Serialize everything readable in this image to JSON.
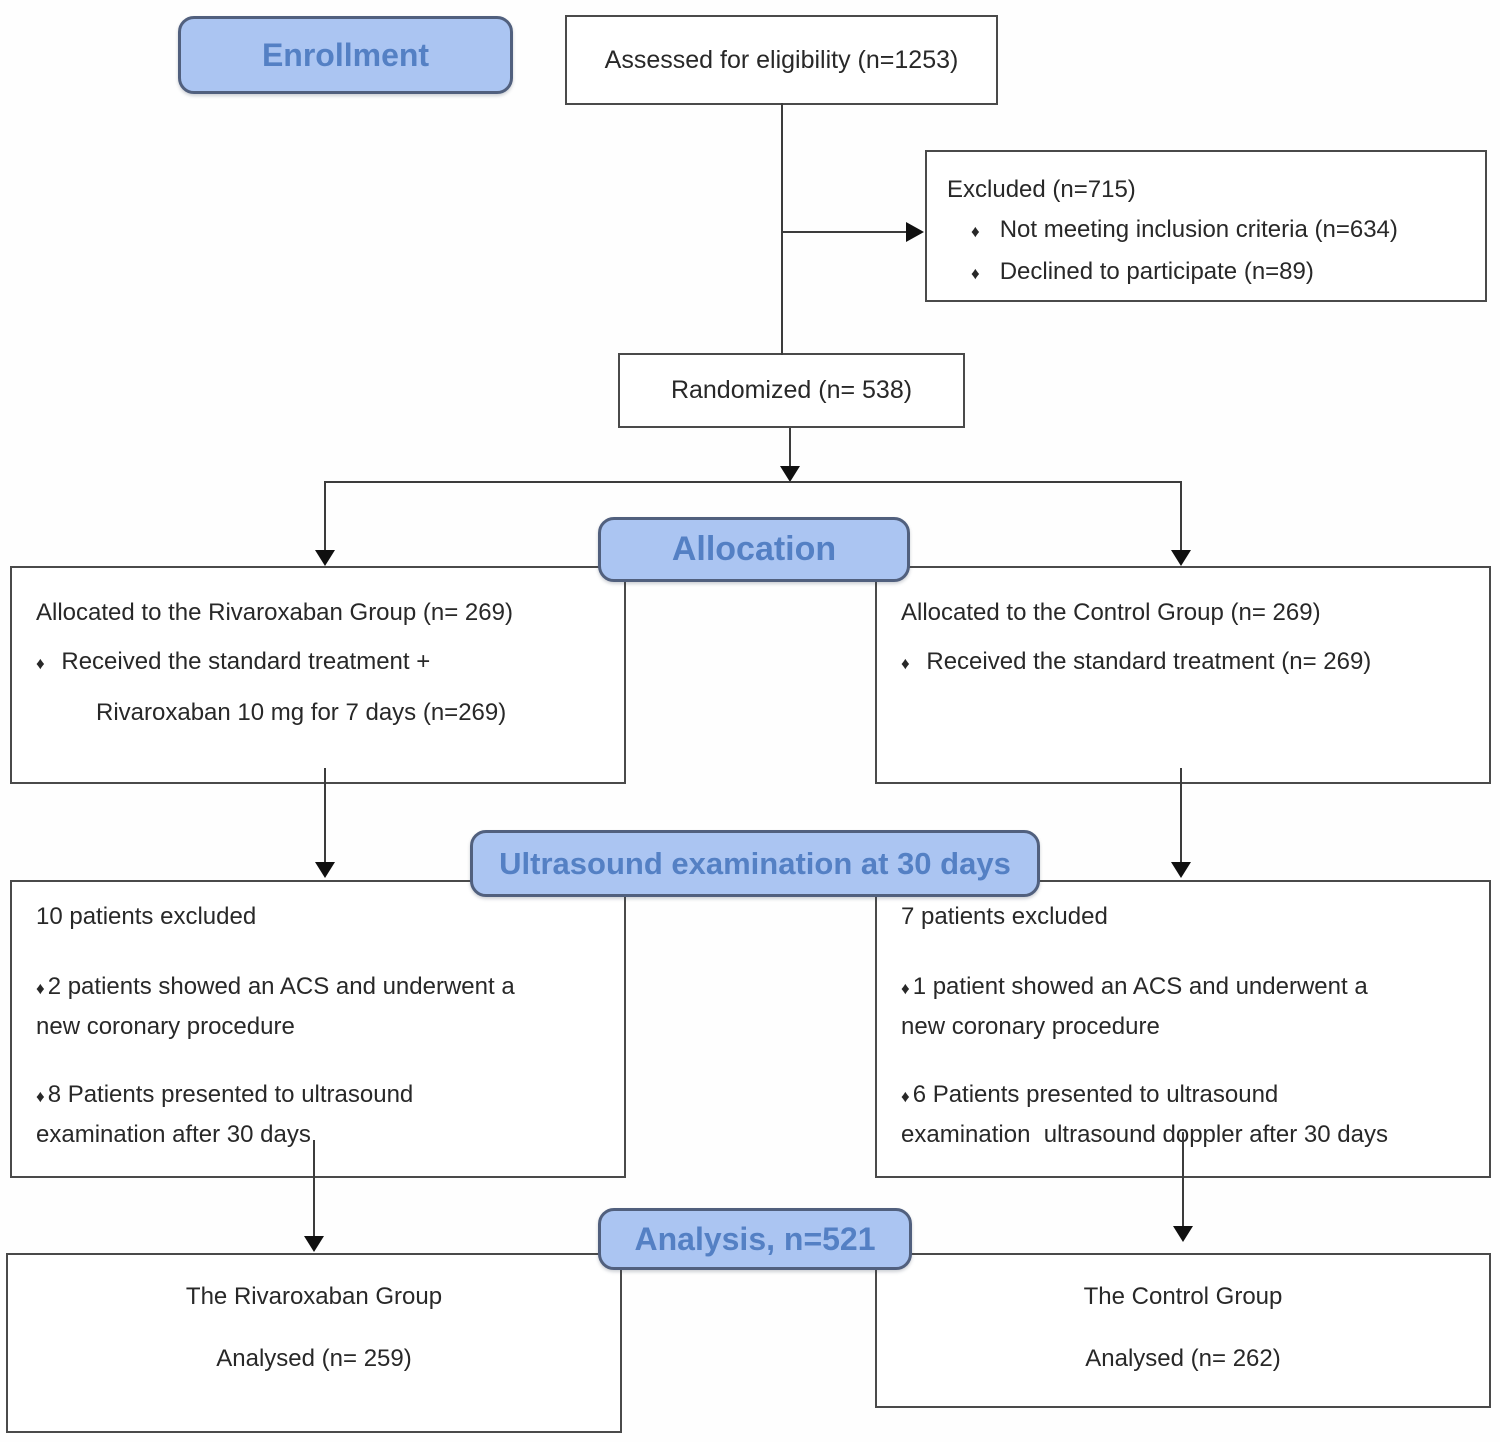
{
  "diagram": {
    "bullet": "♦",
    "badges": {
      "enrollment": "Enrollment",
      "allocation": "Allocation",
      "ultrasound": "Ultrasound examination at 30 days",
      "analysis": "Analysis, n=521"
    },
    "assessed": "Assessed for eligibility (n=1253)",
    "excluded": {
      "title": "Excluded (n=715)",
      "items": [
        "Not meeting inclusion criteria (n=634)",
        "Declined to participate (n=89)"
      ]
    },
    "randomized": "Randomized (n= 538)",
    "alloc_rivaroxaban": {
      "title": "Allocated to the Rivaroxaban Group (n= 269)",
      "bullet_line": "Received the standard treatment +",
      "continuation": "Rivaroxaban 10 mg for 7 days (n=269)"
    },
    "alloc_control": {
      "title": "Allocated to the Control Group (n= 269)",
      "bullet_line": "Received the standard treatment (n= 269)"
    },
    "ultrasound_rivaroxaban": {
      "title": "10 patients excluded",
      "bullet1_line1": "2 patients showed an ACS and underwent a",
      "bullet1_line2": "new coronary procedure",
      "bullet2_line1": "8 Patients presented to ultrasound",
      "bullet2_line2": "examination after 30 days"
    },
    "ultrasound_control": {
      "title": "7 patients excluded",
      "bullet1_line1": "1 patient showed an ACS and underwent a",
      "bullet1_line2": "new coronary procedure",
      "bullet2_line1": "6 Patients presented to ultrasound",
      "bullet2_line2": "examination  ultrasound doppler after 30 days"
    },
    "analysis_rivaroxaban": {
      "group": "The Rivaroxaban Group",
      "analysed": "Analysed (n= 259)"
    },
    "analysis_control": {
      "group": "The Control Group",
      "analysed": "Analysed (n= 262)"
    }
  },
  "colors": {
    "badge_fill": "#abc5f2",
    "badge_border": "#51607e",
    "badge_text": "#5480c4",
    "box_border": "#4a4a4a",
    "connector_line": "#3c3c3c",
    "arrow": "#101010",
    "text": "#282828",
    "background": "#fefefe"
  }
}
